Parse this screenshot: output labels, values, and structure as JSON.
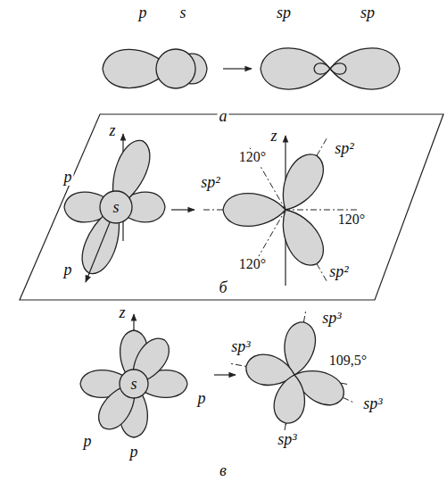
{
  "diagram": {
    "labels": [
      "p",
      "s",
      "sp",
      "sp",
      "а",
      "z",
      "p",
      "s",
      "p",
      "z",
      "sp²",
      "120°",
      "sp²",
      "120°",
      "120°",
      "sp²",
      "б",
      "z",
      "s",
      "p",
      "p",
      "p",
      "sp³",
      "sp³",
      "109,5°",
      "sp³",
      "sp³",
      "в"
    ]
  }
}
